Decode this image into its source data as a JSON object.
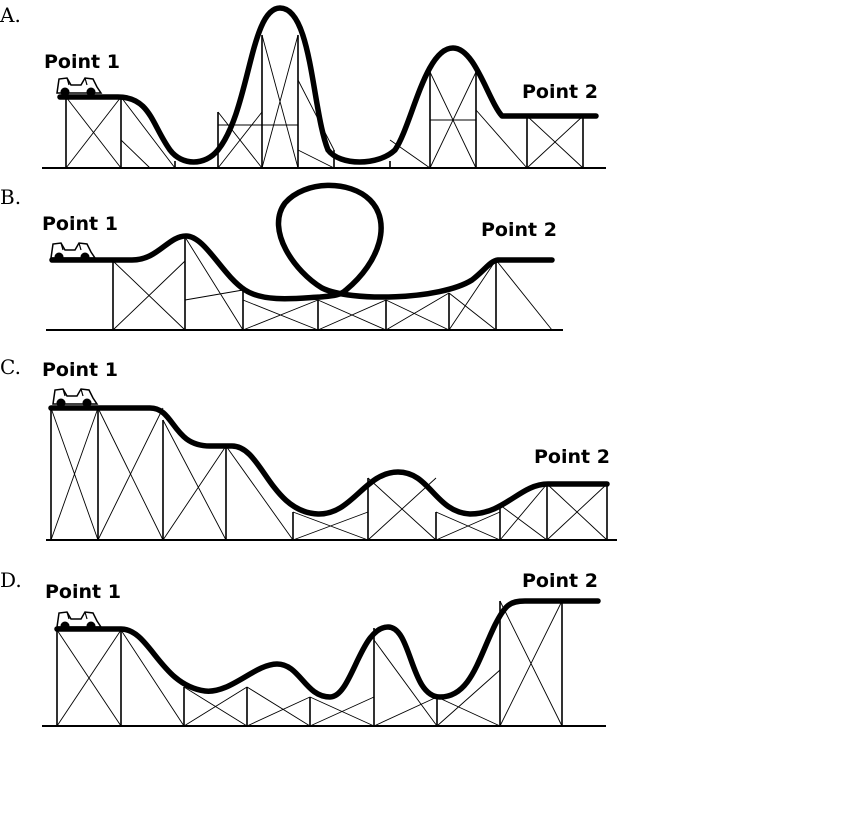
{
  "panels": [
    {
      "letter": "A.",
      "start_label": "Point 1",
      "end_label": "Point 2"
    },
    {
      "letter": "B.",
      "start_label": "Point 1",
      "end_label": "Point 2"
    },
    {
      "letter": "C.",
      "start_label": "Point 1",
      "end_label": "Point 2"
    },
    {
      "letter": "D.",
      "start_label": "Point 1",
      "end_label": "Point 2"
    }
  ],
  "icons": {
    "car": "roller-coaster-car-icon"
  }
}
